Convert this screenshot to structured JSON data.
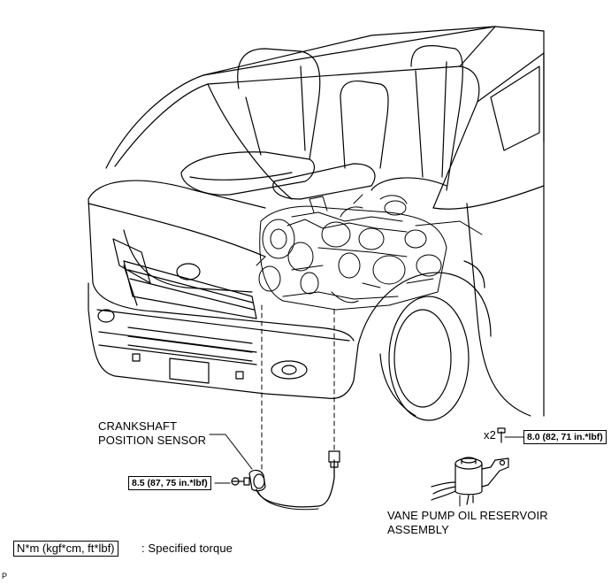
{
  "labels": {
    "crankshaft_line1": "CRANKSHAFT",
    "crankshaft_line2": "POSITION SENSOR",
    "vane_line1": "VANE PUMP OIL RESERVOIR",
    "vane_line2": "ASSEMBLY",
    "bolt_count": "x2"
  },
  "torque": {
    "crankshaft_sensor": "8.5 (87, 75 in.*lbf)",
    "vane_pump": "8.0 (82, 71 in.*lbf)"
  },
  "legend": {
    "units": "N*m (kgf*cm, ft*lbf)",
    "description": ": Specified torque"
  },
  "corner_mark": "P"
}
